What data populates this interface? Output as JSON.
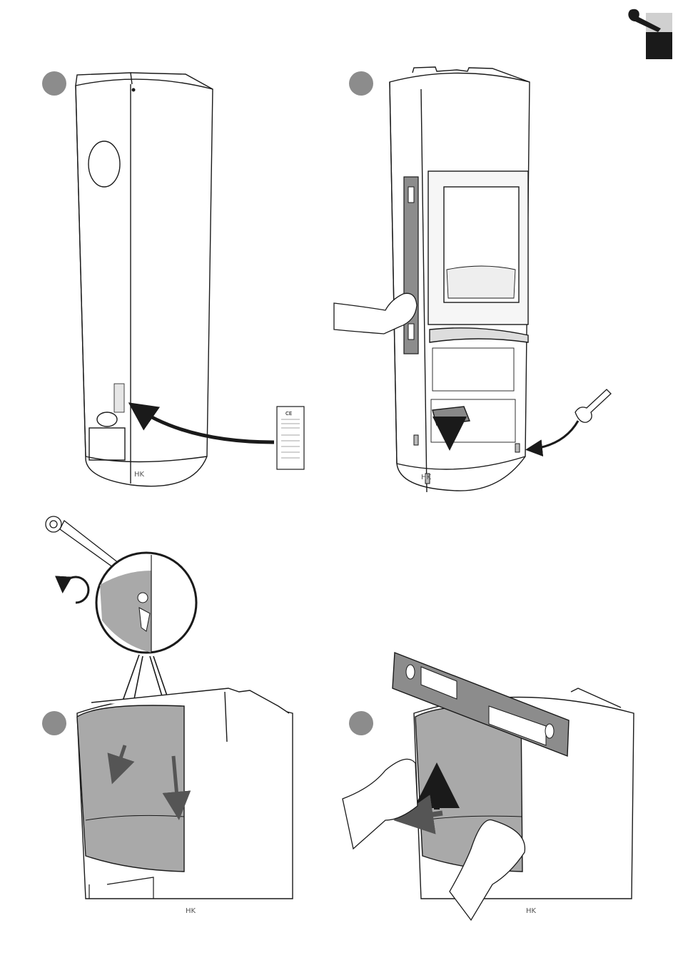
{
  "page": {
    "header_icon": "wrench-icon",
    "header_badge_color": "#1a1a1a",
    "step_marker_color": "#8c8c8c",
    "panel_fill_color": "#a9a9a9",
    "line_color": "#1a1a1a"
  },
  "steps": [
    {
      "id": "step-1",
      "icon": "circle-marker",
      "subject": "stove-back-with-rating-plate"
    },
    {
      "id": "step-2",
      "icon": "circle-marker",
      "subject": "stove-front-with-spirit-level-and-feet"
    },
    {
      "id": "step-3",
      "icon": "circle-marker",
      "subject": "loosen-screws-remove-panel"
    },
    {
      "id": "step-4",
      "icon": "circle-marker",
      "subject": "fit-panel-with-spirit-level"
    }
  ],
  "rating_plate": {
    "mark": "CE"
  },
  "watermarks": {
    "w1": "HK",
    "w2": "HK",
    "w3": "HK",
    "w4": "HK"
  }
}
